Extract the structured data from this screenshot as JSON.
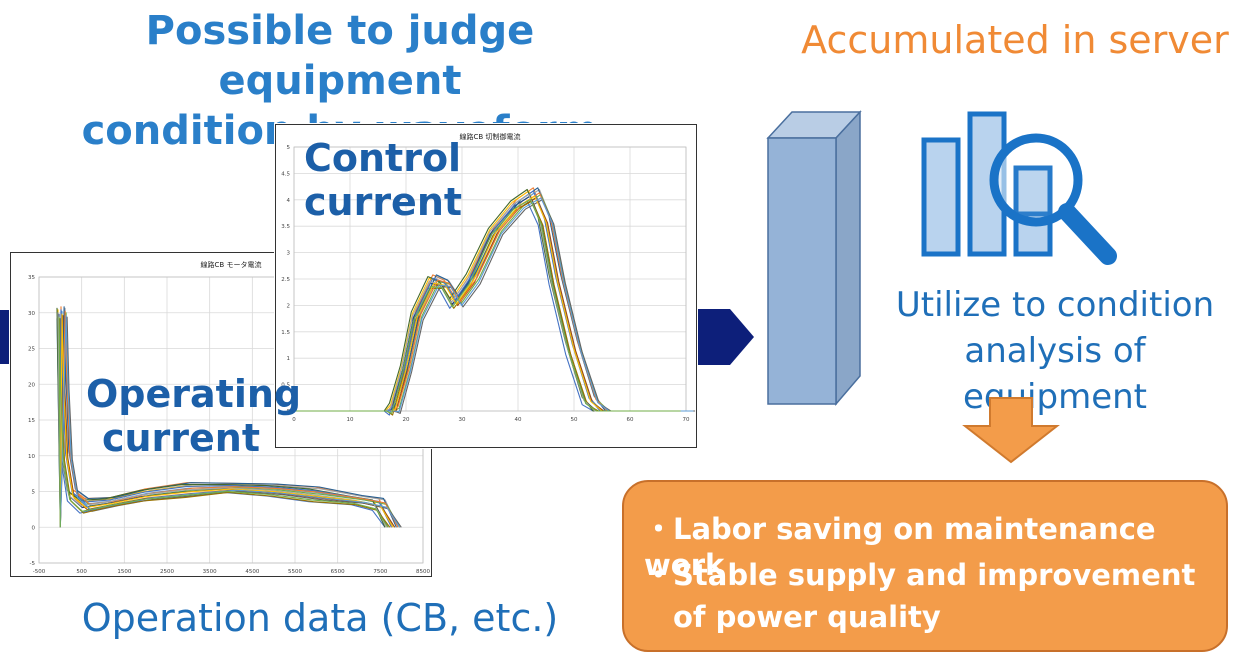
{
  "titles": {
    "top_line1": "Possible to judge equipment",
    "top_line2": "condition by waveform",
    "right": "Accumulated in server",
    "bottom": "Operation data (CB, etc.)"
  },
  "labels": {
    "control_line1": "Control",
    "control_line2": "current",
    "operating_line1": "Operating",
    "operating_line2": "current",
    "utilize_line1": "Utilize to condition",
    "utilize_line2": "analysis of equipment"
  },
  "benefits": [
    "・Labor saving on maintenance work",
    "・Stable supply and improvement",
    "　of power quality"
  ],
  "colors": {
    "title_blue": "#2a7fc9",
    "orange": "#f39c4a",
    "arrow_navy": "#0d1f7a",
    "server_blue": "#95b3d7"
  },
  "chart_data": [
    {
      "type": "line",
      "title": "線路CB モータ電流",
      "x_ticks": [
        "-500",
        "500",
        "1500",
        "2500",
        "3500",
        "4500",
        "5500",
        "6500",
        "7500",
        "8500"
      ],
      "y_ticks": [
        "-5",
        "0",
        "5",
        "10",
        "15",
        "20",
        "25",
        "30",
        "35"
      ],
      "xlim": [
        -500,
        8500
      ],
      "ylim": [
        -5,
        35
      ],
      "series_shape": {
        "x": [
          0,
          40,
          80,
          150,
          300,
          600,
          1200,
          2000,
          3000,
          4000,
          5000,
          6000,
          7000,
          7500,
          7800
        ],
        "y": [
          0,
          30,
          20,
          10,
          4.5,
          3,
          3.5,
          4.5,
          5.2,
          5.5,
          5.2,
          4.6,
          3.8,
          3.2,
          0
        ]
      }
    },
    {
      "type": "line",
      "title": "線路CB 切制御電流",
      "x_ticks": [
        "0",
        "10",
        "20",
        "30",
        "40",
        "50",
        "60",
        "70"
      ],
      "y_ticks": [
        "0",
        "0.5",
        "1",
        "1.5",
        "2",
        "2.5",
        "3",
        "3.5",
        "4",
        "4.5",
        "5"
      ],
      "xlim": [
        0,
        70
      ],
      "ylim": [
        0,
        5
      ],
      "series_shape": {
        "x": [
          0,
          17,
          18,
          20,
          22,
          25,
          27,
          29,
          32,
          36,
          40,
          43,
          45,
          47,
          50,
          53,
          55,
          70
        ],
        "y": [
          0,
          0,
          0.05,
          0.8,
          1.8,
          2.45,
          2.4,
          2.05,
          2.5,
          3.4,
          3.9,
          4.1,
          3.6,
          2.5,
          1.2,
          0.2,
          0.0,
          0.0
        ]
      }
    }
  ]
}
